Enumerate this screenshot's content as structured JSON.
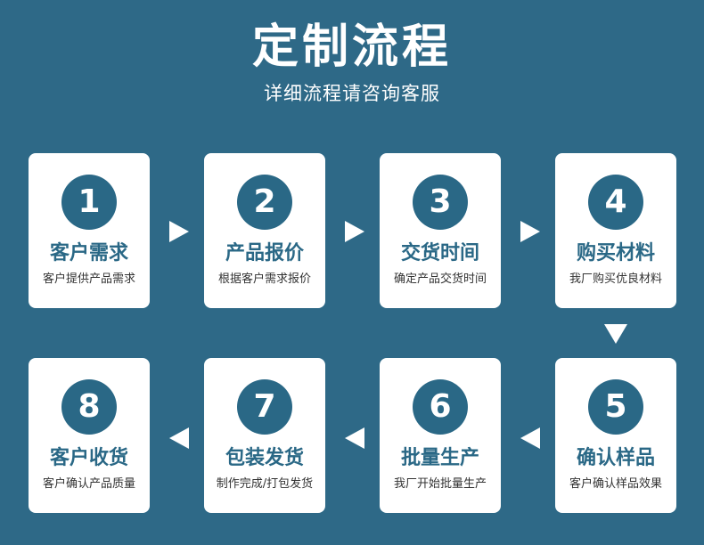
{
  "header": {
    "title": "定制流程",
    "subtitle": "详细流程请咨询客服"
  },
  "steps": [
    {
      "number": "1",
      "title": "客户需求",
      "desc": "客户提供产品需求"
    },
    {
      "number": "2",
      "title": "产品报价",
      "desc": "根据客户需求报价"
    },
    {
      "number": "3",
      "title": "交货时间",
      "desc": "确定产品交货时间"
    },
    {
      "number": "4",
      "title": "购买材料",
      "desc": "我厂购买优良材料"
    },
    {
      "number": "5",
      "title": "确认样品",
      "desc": "客户确认样品效果"
    },
    {
      "number": "6",
      "title": "批量生产",
      "desc": "我厂开始批量生产"
    },
    {
      "number": "7",
      "title": "包装发货",
      "desc": "制作完成/打包发货"
    },
    {
      "number": "8",
      "title": "客户收货",
      "desc": "客户确认产品质量"
    }
  ],
  "colors": {
    "background": "#2e6987",
    "accent": "#2a6886",
    "card": "#ffffff"
  },
  "icons": {
    "flow_right": "arrow-right-icon",
    "flow_left": "arrow-left-icon",
    "flow_down": "arrow-down-icon"
  }
}
